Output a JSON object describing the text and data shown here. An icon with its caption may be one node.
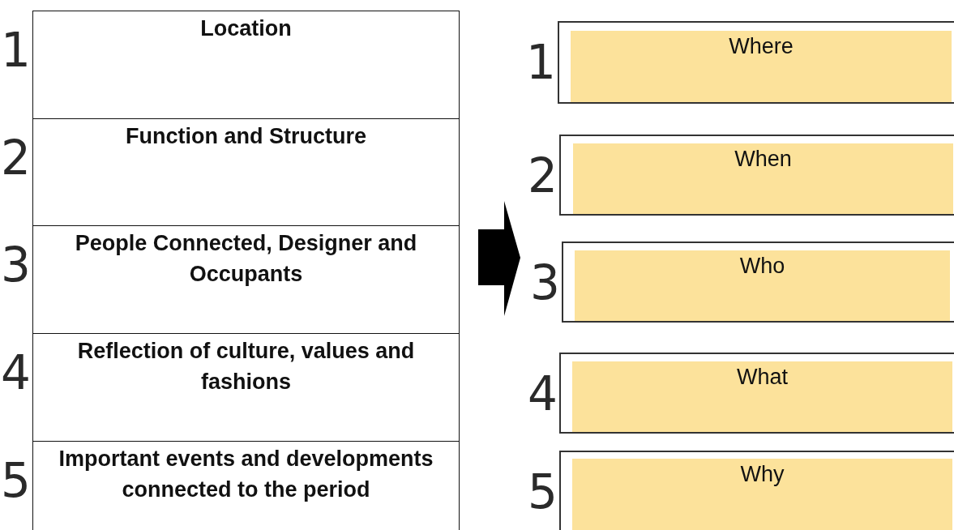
{
  "diagram": {
    "nodes": [
      {
        "text": [
          "Location"
        ],
        "beside": [
          "1"
        ]
      },
      {
        "text": [
          "Function and Structure"
        ],
        "beside": [
          "2"
        ]
      },
      {
        "text": [
          "People Connected, Designer and Occupants"
        ],
        "beside": [
          "3"
        ]
      },
      {
        "text": [
          "Reflection of culture, values and fashions"
        ],
        "beside": [
          "4"
        ]
      },
      {
        "text": [
          "Important events and developments connected to the period"
        ],
        "beside": [
          "5"
        ]
      },
      {
        "text": [
          "Where"
        ],
        "beside": [
          "1"
        ]
      },
      {
        "text": [
          "When"
        ],
        "beside": [
          "2"
        ]
      },
      {
        "text": [
          "Who"
        ],
        "beside": [
          "3"
        ]
      },
      {
        "text": [
          "What"
        ],
        "beside": [
          "4"
        ]
      },
      {
        "text": [
          "Why"
        ],
        "beside": [
          "5"
        ]
      }
    ]
  }
}
